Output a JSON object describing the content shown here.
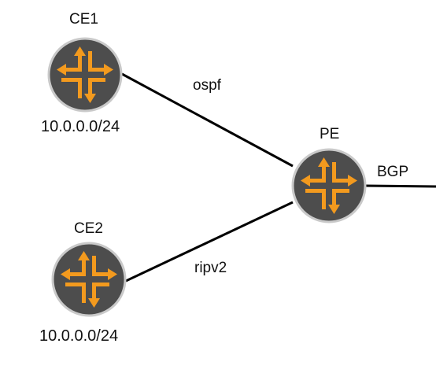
{
  "nodes": {
    "ce1": {
      "name": "CE1",
      "subnet": "10.0.0.0/24",
      "icon": "router-icon"
    },
    "ce2": {
      "name": "CE2",
      "subnet": "10.0.0.0/24",
      "icon": "router-icon"
    },
    "pe": {
      "name": "PE",
      "icon": "router-icon"
    }
  },
  "links": {
    "ce1_pe": {
      "protocol": "ospf"
    },
    "ce2_pe": {
      "protocol": "ripv2"
    },
    "pe_uplink": {
      "protocol": "BGP"
    }
  },
  "colors": {
    "router_body": "#4d4d4d",
    "router_ring": "#c9c9c9",
    "router_arrows": "#f39a1e",
    "link": "#000000"
  }
}
